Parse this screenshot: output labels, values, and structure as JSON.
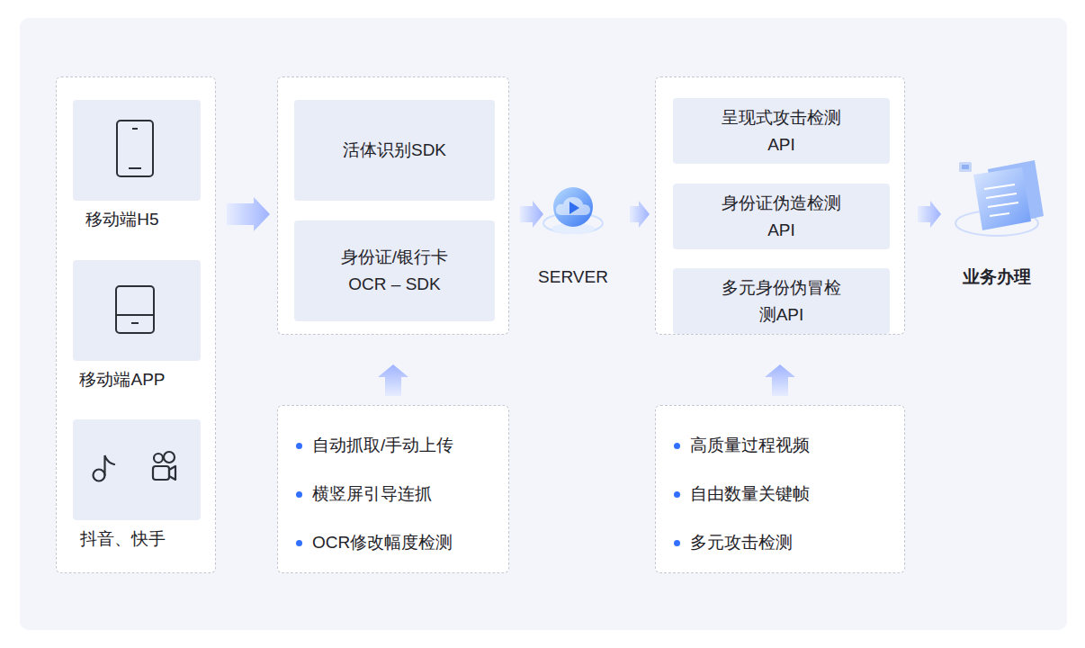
{
  "diagram": {
    "nodes": [
      {
        "text": []
      },
      {
        "text": [
          "移动端H5"
        ],
        "in": 0
      },
      {
        "text": [
          "移动端APP"
        ],
        "in": 0
      },
      {
        "text": [
          "抖音、快手"
        ],
        "in": 0
      },
      {
        "text": []
      },
      {
        "text": [
          "活体识别SDK"
        ],
        "in": 4
      },
      {
        "text": [
          "身份证/银行卡 OCR – SDK"
        ],
        "in": 4
      },
      {
        "text": [
          "自动抓取/手动上传",
          "横竖屏引导连抓",
          "OCR修改幅度检测"
        ]
      },
      {
        "text": [
          "SERVER"
        ]
      },
      {
        "text": []
      },
      {
        "text": [
          "呈现式攻击检测API"
        ],
        "in": 9
      },
      {
        "text": [
          "身份证伪造检测API"
        ],
        "in": 9
      },
      {
        "text": [
          "多元身份伪冒检测API"
        ],
        "in": 9
      },
      {
        "text": [
          "高质量过程视频",
          "自由数量关键帧",
          "多元攻击检测"
        ]
      },
      {
        "text": [
          "业务办理"
        ]
      }
    ],
    "edges": [
      {
        "from": 0,
        "to": 4,
        "arrow": "to"
      },
      {
        "from": 4,
        "to": 8,
        "arrow": "to"
      },
      {
        "from": 8,
        "to": 9,
        "arrow": "to"
      },
      {
        "from": 9,
        "to": 14,
        "arrow": "to"
      },
      {
        "from": 7,
        "to": 4,
        "arrow": "to"
      },
      {
        "from": 13,
        "to": 9,
        "arrow": "to"
      }
    ]
  }
}
